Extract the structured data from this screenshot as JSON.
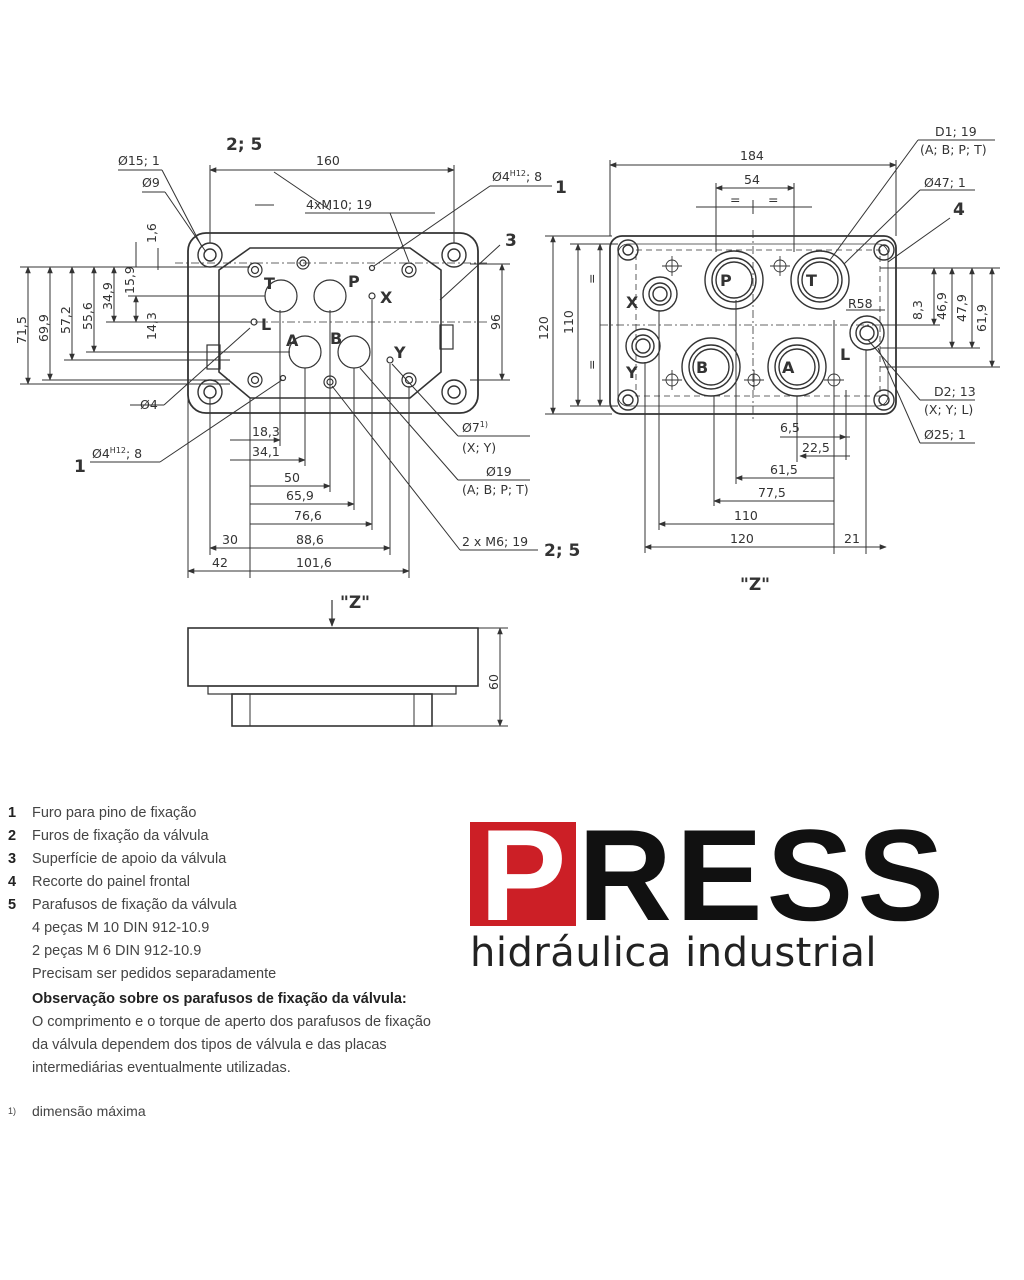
{
  "left_view": {
    "callout_top": "2; 5",
    "dim_160": "160",
    "dim_d15": "Ø15; 1",
    "dim_d9": "Ø9",
    "dim_4xm10": "4xM10; 19",
    "dim_d4h12_top_base": "Ø4",
    "dim_d4h12_top_sup": "H12",
    "dim_d4h12_top_tail": "; 8",
    "callout_1_top": "1",
    "callout_3": "3",
    "dim_1_6": "1,6",
    "dim_15_9": "15,9",
    "dim_34_9": "34,9",
    "dim_55_6": "55,6",
    "dim_57_2": "57,2",
    "dim_69_9": "69,9",
    "dim_71_5": "71,5",
    "dim_14_3": "14,3",
    "dim_96": "96",
    "dim_d4": "Ø4",
    "callout_1_bottom": "1",
    "dim_d4h12_bot_base": "Ø4",
    "dim_d4h12_bot_sup": "H12",
    "dim_d4h12_bot_tail": "; 8",
    "dim_d7_base": "Ø7",
    "dim_d7_sup": "1)",
    "dim_d7_ports": "(X; Y)",
    "dim_d19": "Ø19",
    "dim_d19_ports": "(A; B; P; T)",
    "dim_2xm6": "2 x M6; 19",
    "callout_25_bottom": "2; 5",
    "dim_18_3": "18,3",
    "dim_34_1": "34,1",
    "dim_50": "50",
    "dim_65_9": "65,9",
    "dim_76_6": "76,6",
    "dim_88_6": "88,6",
    "dim_101_6": "101,6",
    "dim_30": "30",
    "dim_42": "42",
    "port_T": "T",
    "port_P": "P",
    "port_X": "X",
    "port_L": "L",
    "port_A": "A",
    "port_B": "B",
    "port_Y": "Y"
  },
  "right_view": {
    "dim_184": "184",
    "dim_54": "54",
    "eq": "=",
    "dim_d1_19": "D1; 19",
    "dim_d1_ports": "(A; B; P; T)",
    "dim_d47": "Ø47; 1",
    "callout_4": "4",
    "dim_r58": "R58",
    "dim_8_3": "8,3",
    "dim_46_9": "46,9",
    "dim_47_9": "47,9",
    "dim_61_9": "61,9",
    "dim_120_v": "120",
    "dim_110_v": "110",
    "dim_d2_13": "D2; 13",
    "dim_d2_ports": "(X; Y; L)",
    "dim_d25": "Ø25; 1",
    "dim_6_5": "6,5",
    "dim_22_5": "22,5",
    "dim_61_5": "61,5",
    "dim_77_5": "77,5",
    "dim_110": "110",
    "dim_120": "120",
    "dim_21": "21",
    "view_label": "\"Z\"",
    "port_P": "P",
    "port_T": "T",
    "port_X": "X",
    "port_Y": "Y",
    "port_B": "B",
    "port_A": "A",
    "port_L": "L"
  },
  "side_view": {
    "view_label": "\"Z\"",
    "dim_60": "60"
  },
  "legend": {
    "items": [
      {
        "num": "1",
        "text": "Furo para pino de fixação"
      },
      {
        "num": "2",
        "text": "Furos de fixação da válvula"
      },
      {
        "num": "3",
        "text": "Superfície de apoio da válvula"
      },
      {
        "num": "4",
        "text": "Recorte do painel frontal"
      },
      {
        "num": "5",
        "text": "Parafusos de fixação da válvula"
      }
    ],
    "item5_line2": "4 peças M 10 DIN 912-10.9",
    "item5_line3": "2 peças M 6 DIN 912-10.9",
    "item5_line4": "Precisam ser pedidos separadamente",
    "note_title": "Observação sobre os parafusos de fixação da válvula:",
    "note_line1": "O comprimento e o torque de aperto dos parafusos de fixação",
    "note_line2": "da válvula dependem dos tipos de válvula e das placas",
    "note_line3": "intermediárias eventualmente utilizadas.",
    "footnote_mark": "1)",
    "footnote_text": "dimensão máxima"
  },
  "logo": {
    "letter_p": "P",
    "letters_ress": "RESS",
    "tagline": "hidráulica industrial",
    "brand_red": "#cc1f26"
  }
}
